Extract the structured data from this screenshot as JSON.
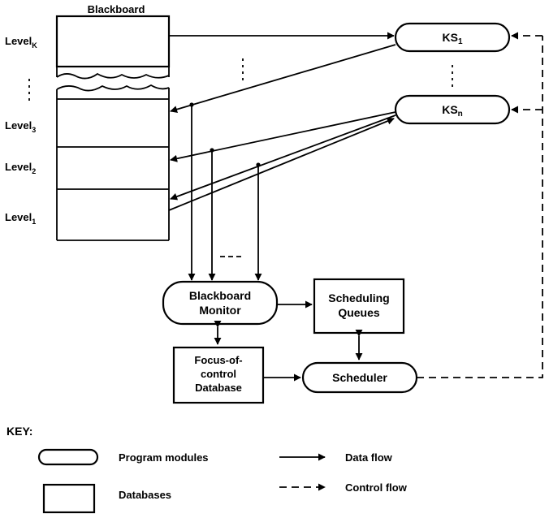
{
  "blackboard": {
    "title": "Blackboard",
    "levels": {
      "k": "Level",
      "k_sub": "K",
      "l3": "Level",
      "l3_sub": "3",
      "l2": "Level",
      "l2_sub": "2",
      "l1": "Level",
      "l1_sub": "1"
    }
  },
  "ks": {
    "first": "KS",
    "first_sub": "1",
    "last": "KS",
    "last_sub": "n"
  },
  "modules": {
    "monitor": [
      "Blackboard",
      "Monitor"
    ],
    "queues": [
      "Scheduling",
      "Queues"
    ],
    "focus": [
      "Focus-of-",
      "control",
      "Database"
    ],
    "scheduler": "Scheduler"
  },
  "key": {
    "title": "KEY:",
    "program_modules": "Program modules",
    "databases": "Databases",
    "data_flow": "Data flow",
    "control_flow": "Control flow"
  }
}
